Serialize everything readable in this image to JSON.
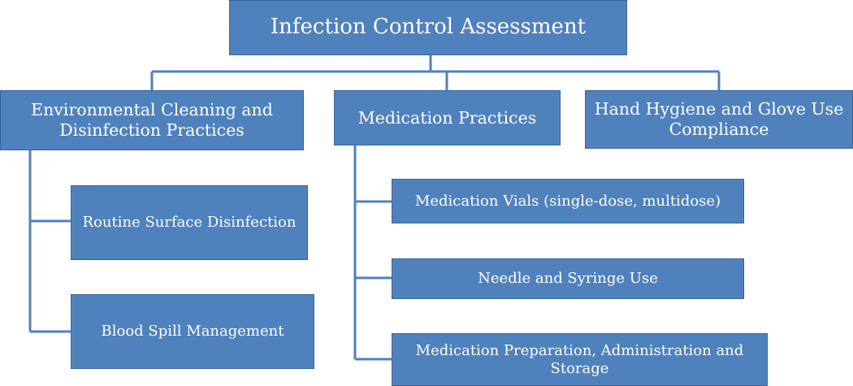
{
  "root": "Infection Control Assessment",
  "categories": [
    "Environmental Cleaning and Disinfection Practices",
    "Medication Practices",
    "Hand Hygiene and Glove Use Compliance"
  ],
  "environmental_items": [
    "Routine Surface Disinfection",
    "Blood Spill Management"
  ],
  "medication_items": [
    "Medication Vials (single-dose, multidose)",
    "Needle and Syringe Use",
    "Medication Preparation, Administration and Storage"
  ],
  "colors": {
    "box_fill": "#4f81bd",
    "box_border": "#3b659a",
    "connector": "#4f81bd",
    "text": "#ffffff"
  }
}
